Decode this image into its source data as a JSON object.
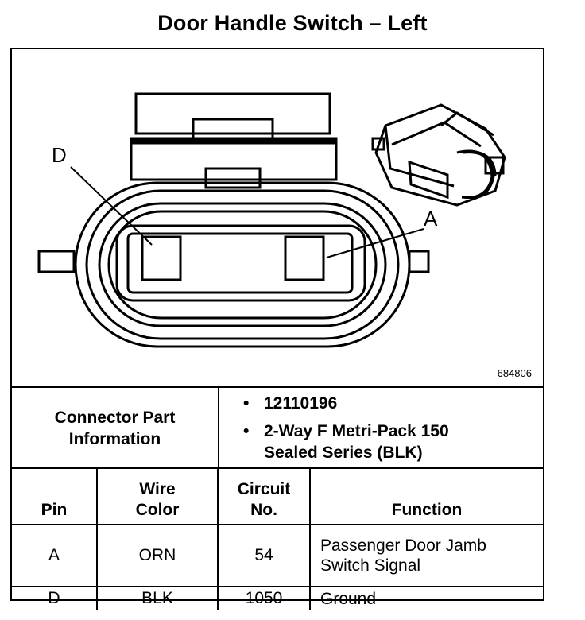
{
  "title": "Door Handle Switch – Left",
  "figure_id": "684806",
  "pin_labels": {
    "d": "D",
    "a": "A"
  },
  "connector_info": {
    "label_line1": "Connector Part",
    "label_line2": "Information",
    "bullet": "•",
    "part_number": "12110196",
    "description_line1": "2-Way F Metri-Pack 150",
    "description_line2": "Sealed Series (BLK)"
  },
  "table": {
    "headers": {
      "pin": "Pin",
      "wire_color_1": "Wire",
      "wire_color_2": "Color",
      "circuit_1": "Circuit",
      "circuit_2": "No.",
      "function": "Function"
    },
    "rows": [
      {
        "pin": "A",
        "wire_color": "ORN",
        "circuit": "54",
        "function_1": "Passenger Door Jamb",
        "function_2": "Switch Signal"
      },
      {
        "pin": "D",
        "wire_color": "BLK",
        "circuit": "1050",
        "function_1": "Ground",
        "function_2": ""
      }
    ]
  }
}
